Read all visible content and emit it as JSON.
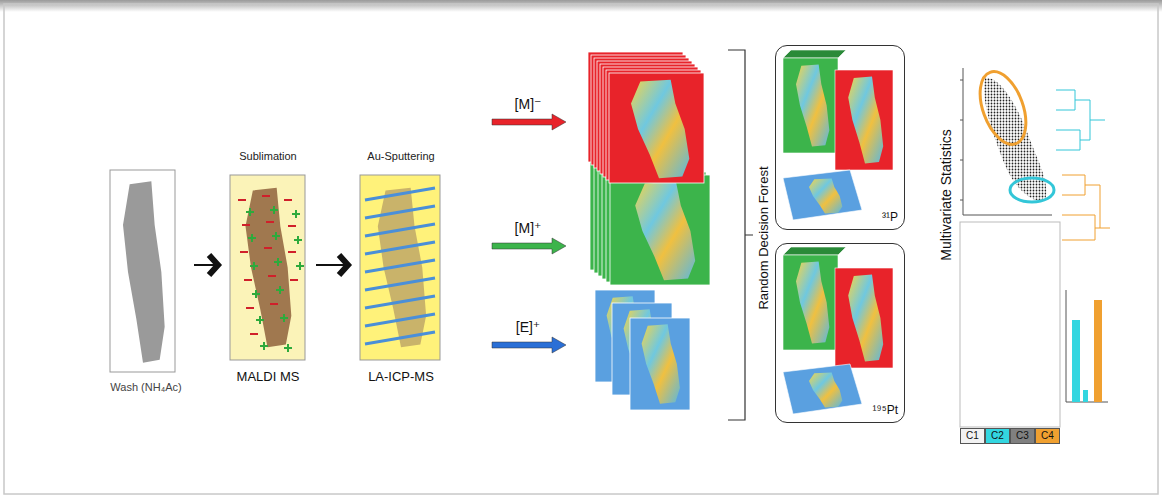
{
  "diagram": {
    "nodes": [
      {
        "text": [
          "Wash (NH₄Ac)"
        ]
      },
      {
        "text": [
          "Sublimation",
          "MALDI MS"
        ]
      },
      {
        "text": [
          "Au-Sputtering",
          "LA-ICP-MS"
        ]
      },
      {
        "text": [
          "³¹P"
        ]
      },
      {
        "text": [
          "¹⁹⁵Pt"
        ]
      }
    ],
    "edges": [
      {
        "from": 0,
        "to": 1,
        "arrow": "to"
      },
      {
        "from": 1,
        "to": 2,
        "arrow": "to"
      }
    ],
    "labels": [
      "[M]⁻",
      "[M]⁺",
      "[E]⁺",
      "Random Decision Forest",
      "Multivariate Statistics"
    ],
    "legend": [
      {
        "text": "C1",
        "color": "#f2f2f2"
      },
      {
        "text": "C2",
        "color": "#33d6e0"
      },
      {
        "text": "C3",
        "color": "#808080"
      },
      {
        "text": "C4",
        "color": "#f0a030"
      }
    ]
  }
}
